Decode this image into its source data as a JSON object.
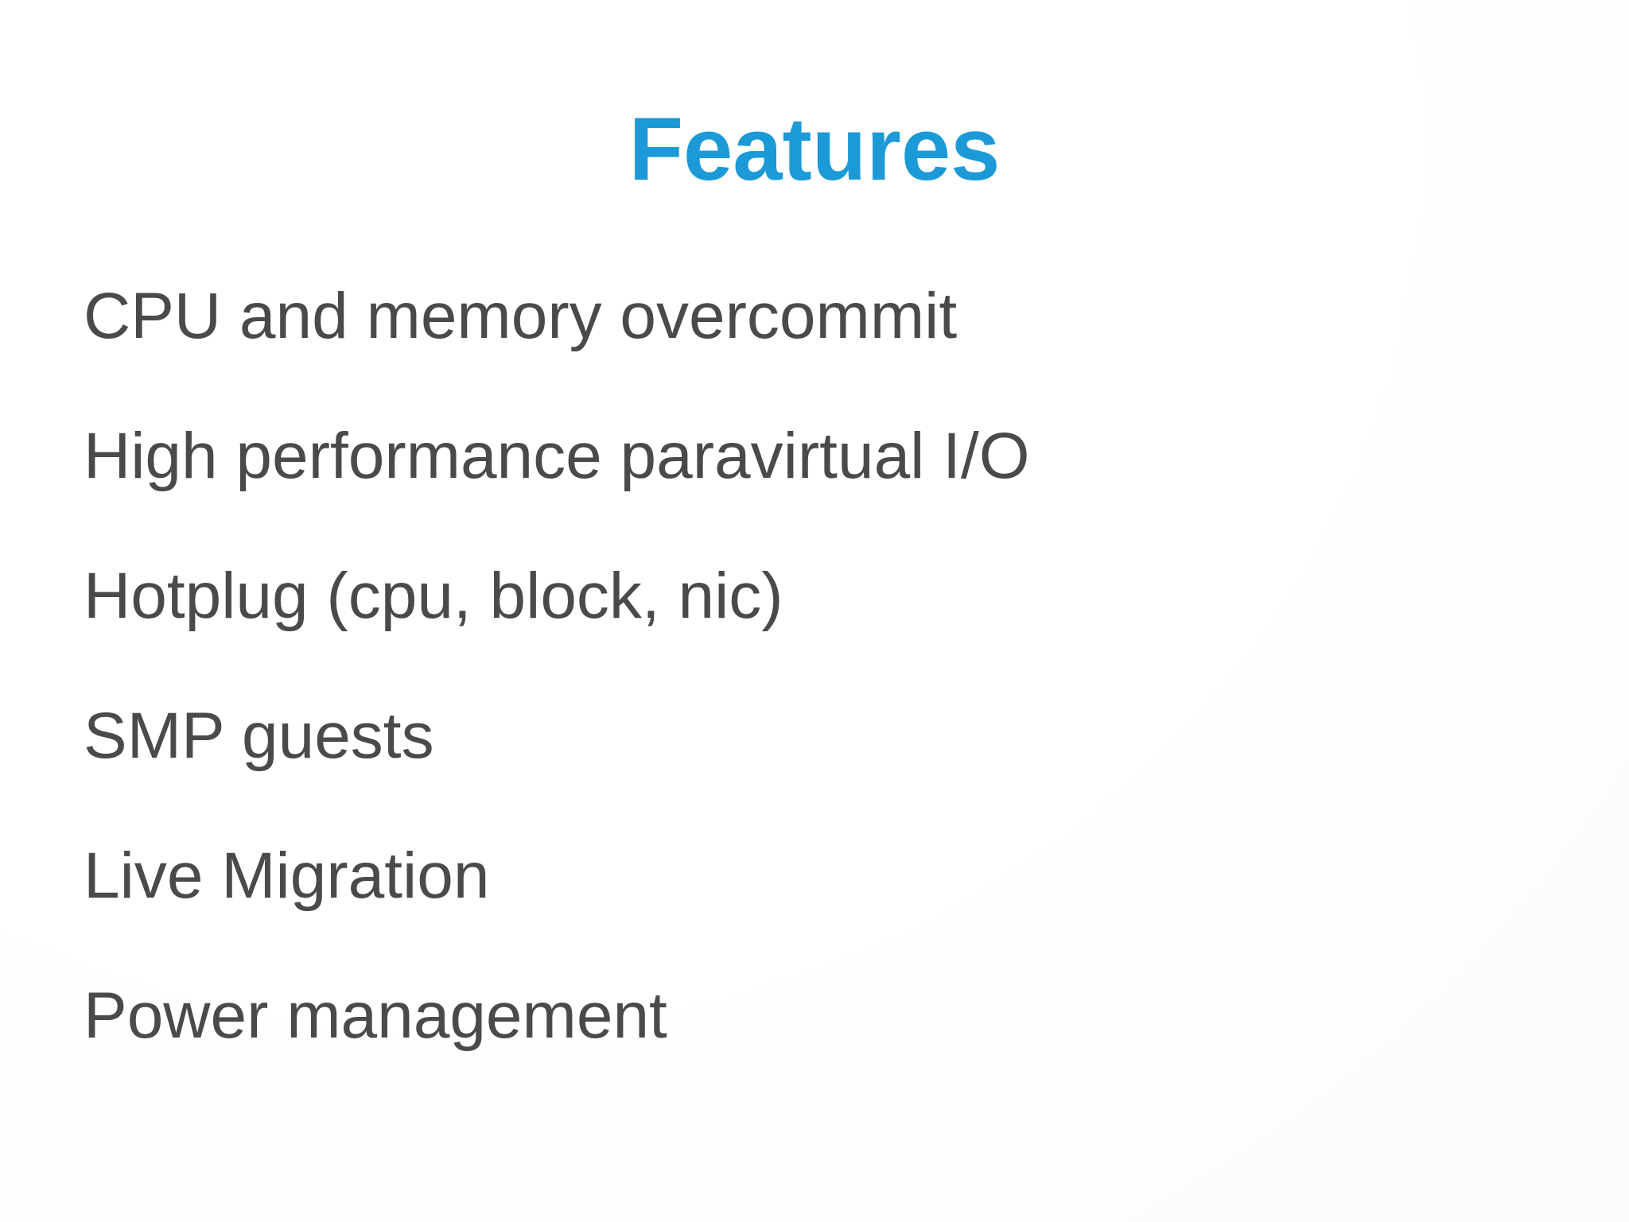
{
  "slide": {
    "title": "Features",
    "items": [
      "CPU and memory overcommit",
      "High performance paravirtual I/O",
      "Hotplug (cpu, block, nic)",
      "SMP guests",
      "Live Migration",
      "Power management"
    ],
    "colors": {
      "title_accent": "#1b9ad7",
      "body_text": "#4a4a4a",
      "background": "#ffffff"
    }
  }
}
